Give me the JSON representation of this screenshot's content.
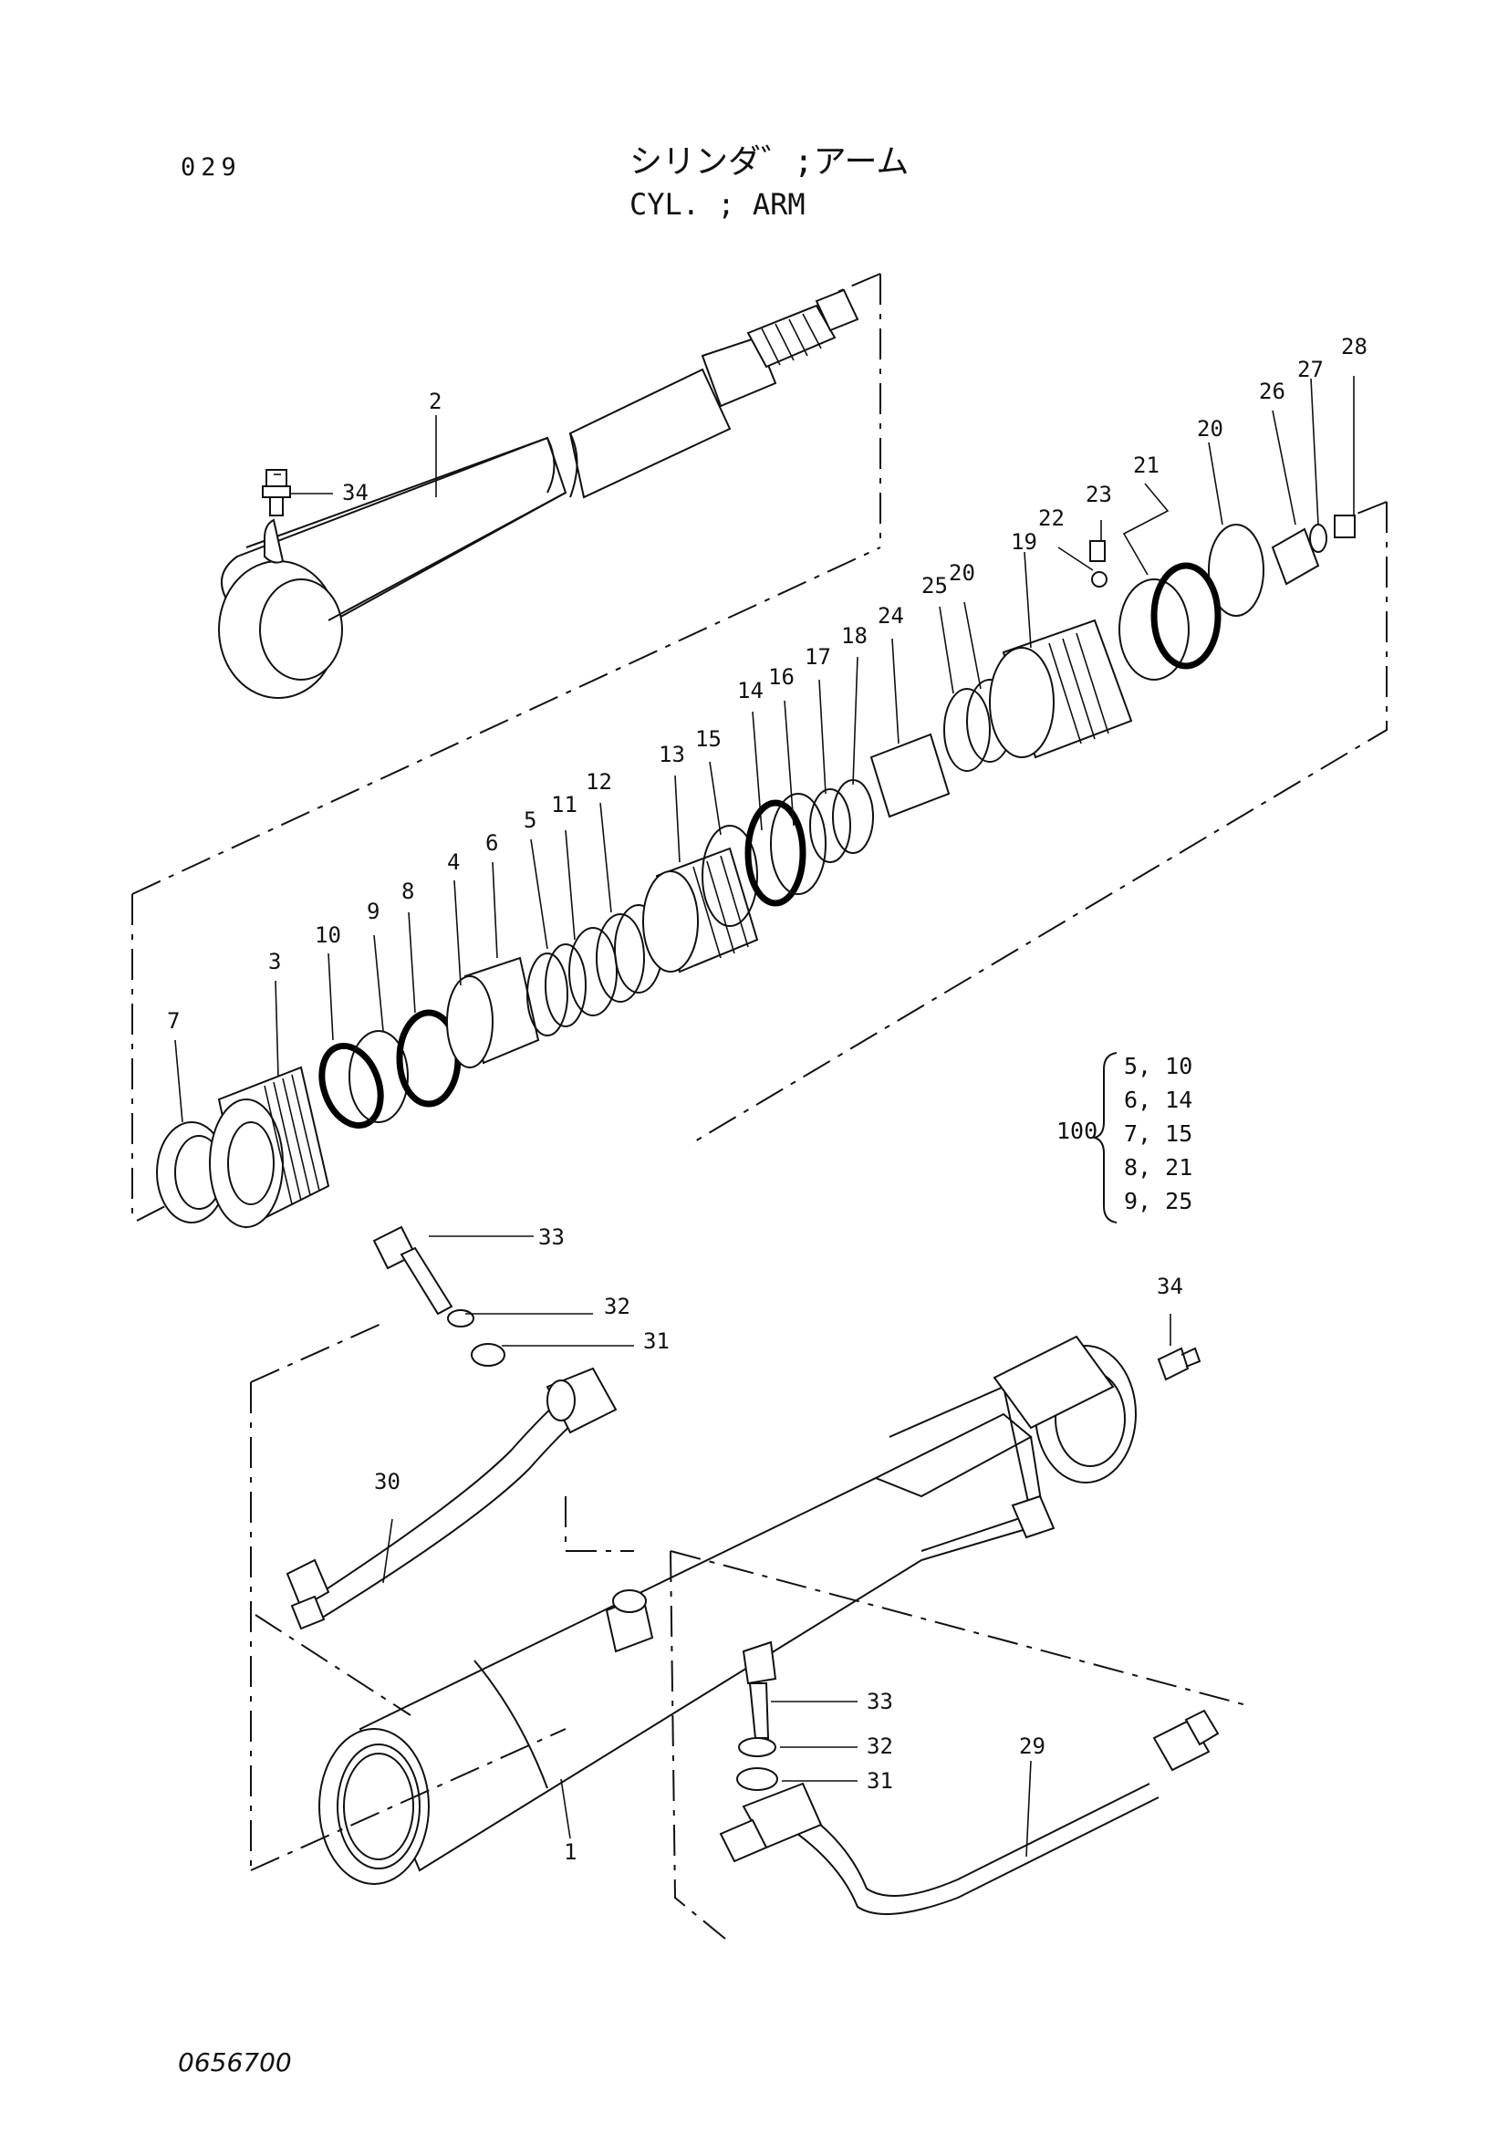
{
  "header": {
    "page_number": "029",
    "title_jp": "シリンダ゛;アーム",
    "title_en": "CYL. ; ARM"
  },
  "footer": {
    "drawing_number": "0656700"
  },
  "kit": {
    "label": "100",
    "items": [
      "5, 10",
      "6, 14",
      "7, 15",
      "8, 21",
      "9, 25"
    ]
  },
  "callouts": [
    {
      "id": "c2",
      "text": "2"
    },
    {
      "id": "c34a",
      "text": "34"
    },
    {
      "id": "c28",
      "text": "28"
    },
    {
      "id": "c27",
      "text": "27"
    },
    {
      "id": "c26",
      "text": "26"
    },
    {
      "id": "c20a",
      "text": "20"
    },
    {
      "id": "c21",
      "text": "21"
    },
    {
      "id": "c23",
      "text": "23"
    },
    {
      "id": "c22",
      "text": "22"
    },
    {
      "id": "c19",
      "text": "19"
    },
    {
      "id": "c25",
      "text": "25"
    },
    {
      "id": "c20b",
      "text": "20"
    },
    {
      "id": "c24",
      "text": "24"
    },
    {
      "id": "c18",
      "text": "18"
    },
    {
      "id": "c17",
      "text": "17"
    },
    {
      "id": "c16",
      "text": "16"
    },
    {
      "id": "c14",
      "text": "14"
    },
    {
      "id": "c15",
      "text": "15"
    },
    {
      "id": "c13",
      "text": "13"
    },
    {
      "id": "c12",
      "text": "12"
    },
    {
      "id": "c11",
      "text": "11"
    },
    {
      "id": "c5",
      "text": "5"
    },
    {
      "id": "c6",
      "text": "6"
    },
    {
      "id": "c4",
      "text": "4"
    },
    {
      "id": "c8",
      "text": "8"
    },
    {
      "id": "c9",
      "text": "9"
    },
    {
      "id": "c10",
      "text": "10"
    },
    {
      "id": "c3",
      "text": "3"
    },
    {
      "id": "c7",
      "text": "7"
    },
    {
      "id": "c33a",
      "text": "33"
    },
    {
      "id": "c32a",
      "text": "32"
    },
    {
      "id": "c31a",
      "text": "31"
    },
    {
      "id": "c34b",
      "text": "34"
    },
    {
      "id": "c30",
      "text": "30"
    },
    {
      "id": "c33b",
      "text": "33"
    },
    {
      "id": "c32b",
      "text": "32"
    },
    {
      "id": "c31b",
      "text": "31"
    },
    {
      "id": "c29",
      "text": "29"
    },
    {
      "id": "c1",
      "text": "1"
    }
  ]
}
